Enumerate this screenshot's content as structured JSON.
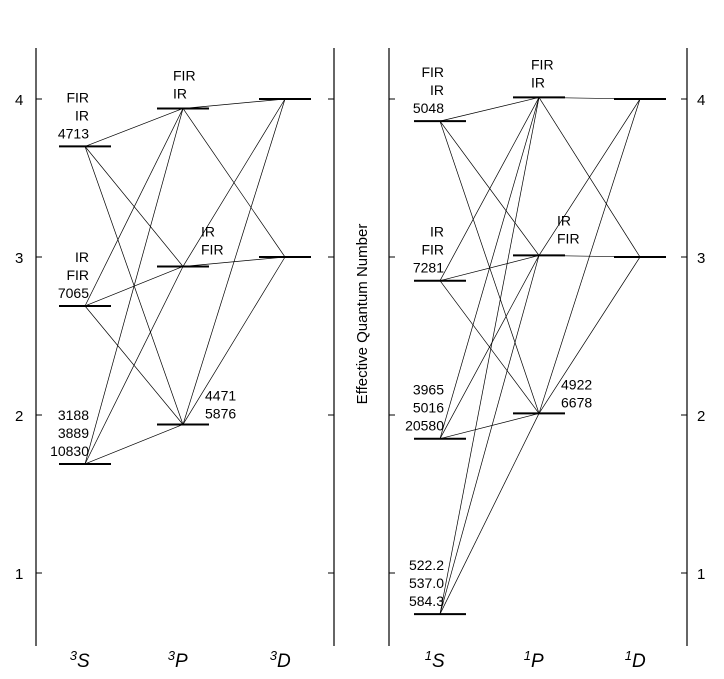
{
  "axis": {
    "ylabel": "Effective Quantum Number",
    "ylim": [
      0.6,
      4.3
    ],
    "ticks": [
      "1",
      "2",
      "3",
      "4"
    ]
  },
  "triplet": {
    "columns": [
      {
        "sup": "3",
        "letter": "S"
      },
      {
        "sup": "3",
        "letter": "P"
      },
      {
        "sup": "3",
        "letter": "D"
      }
    ],
    "levels": [
      {
        "id": "t_s2",
        "col": 0,
        "n": 1.69
      },
      {
        "id": "t_s3",
        "col": 0,
        "n": 2.69
      },
      {
        "id": "t_s4",
        "col": 0,
        "n": 3.7
      },
      {
        "id": "t_p2",
        "col": 1,
        "n": 1.94
      },
      {
        "id": "t_p3",
        "col": 1,
        "n": 2.94
      },
      {
        "id": "t_p4",
        "col": 1,
        "n": 3.94
      },
      {
        "id": "t_d3",
        "col": 2,
        "n": 3.0
      },
      {
        "id": "t_d4",
        "col": 2,
        "n": 4.0
      }
    ],
    "transitions": [
      [
        "t_s2",
        "t_p2"
      ],
      [
        "t_s2",
        "t_p3"
      ],
      [
        "t_s2",
        "t_p4"
      ],
      [
        "t_s3",
        "t_p2"
      ],
      [
        "t_s3",
        "t_p3"
      ],
      [
        "t_s3",
        "t_p4"
      ],
      [
        "t_s4",
        "t_p2"
      ],
      [
        "t_s4",
        "t_p3"
      ],
      [
        "t_s4",
        "t_p4"
      ],
      [
        "t_p2",
        "t_d3"
      ],
      [
        "t_p2",
        "t_d4"
      ],
      [
        "t_p3",
        "t_d3"
      ],
      [
        "t_p3",
        "t_d4"
      ],
      [
        "t_p4",
        "t_d3"
      ],
      [
        "t_p4",
        "t_d4"
      ]
    ],
    "annotations": [
      {
        "level": "t_s4",
        "lines": [
          "FIR",
          "IR",
          "4713"
        ]
      },
      {
        "level": "t_s3",
        "lines": [
          "IR",
          "FIR",
          "7065"
        ]
      },
      {
        "level": "t_s2",
        "lines": [
          "3188",
          "3889",
          "10830"
        ]
      },
      {
        "level": "t_p4",
        "lines": [
          "FIR",
          "IR"
        ]
      },
      {
        "level": "t_p3",
        "lines": [
          "IR",
          "FIR"
        ]
      },
      {
        "level": "t_p2",
        "lines": [
          "4471",
          "5876"
        ]
      }
    ]
  },
  "singlet": {
    "columns": [
      {
        "sup": "1",
        "letter": "S"
      },
      {
        "sup": "1",
        "letter": "P"
      },
      {
        "sup": "1",
        "letter": "D"
      }
    ],
    "levels": [
      {
        "id": "s_s1",
        "col": 0,
        "n": 0.74
      },
      {
        "id": "s_s2",
        "col": 0,
        "n": 1.85
      },
      {
        "id": "s_s3",
        "col": 0,
        "n": 2.85
      },
      {
        "id": "s_s4",
        "col": 0,
        "n": 3.86
      },
      {
        "id": "s_p2",
        "col": 1,
        "n": 2.01
      },
      {
        "id": "s_p3",
        "col": 1,
        "n": 3.01
      },
      {
        "id": "s_p4",
        "col": 1,
        "n": 4.01
      },
      {
        "id": "s_d3",
        "col": 2,
        "n": 3.0
      },
      {
        "id": "s_d4",
        "col": 2,
        "n": 4.0
      }
    ],
    "transitions": [
      [
        "s_s1",
        "s_p2"
      ],
      [
        "s_s1",
        "s_p3"
      ],
      [
        "s_s1",
        "s_p4"
      ],
      [
        "s_s2",
        "s_p2"
      ],
      [
        "s_s2",
        "s_p3"
      ],
      [
        "s_s2",
        "s_p4"
      ],
      [
        "s_s3",
        "s_p2"
      ],
      [
        "s_s3",
        "s_p3"
      ],
      [
        "s_s3",
        "s_p4"
      ],
      [
        "s_s4",
        "s_p2"
      ],
      [
        "s_s4",
        "s_p3"
      ],
      [
        "s_s4",
        "s_p4"
      ],
      [
        "s_p2",
        "s_d3"
      ],
      [
        "s_p2",
        "s_d4"
      ],
      [
        "s_p3",
        "s_d3"
      ],
      [
        "s_p3",
        "s_d4"
      ],
      [
        "s_p4",
        "s_d3"
      ],
      [
        "s_p4",
        "s_d4"
      ]
    ],
    "annotations": [
      {
        "level": "s_s4",
        "lines": [
          "FIR",
          "IR",
          "5048"
        ]
      },
      {
        "level": "s_s3",
        "lines": [
          "IR",
          "FIR",
          "7281"
        ]
      },
      {
        "level": "s_s2",
        "lines": [
          "3965",
          "5016",
          "20580"
        ]
      },
      {
        "level": "s_s1",
        "lines": [
          "522.2",
          "537.0",
          "584.3"
        ]
      },
      {
        "level": "s_p4",
        "lines": [
          "FIR",
          "IR"
        ]
      },
      {
        "level": "s_p3",
        "lines": [
          "IR",
          "FIR"
        ]
      },
      {
        "level": "s_p2",
        "lines": [
          "4922",
          "6678"
        ]
      }
    ]
  }
}
